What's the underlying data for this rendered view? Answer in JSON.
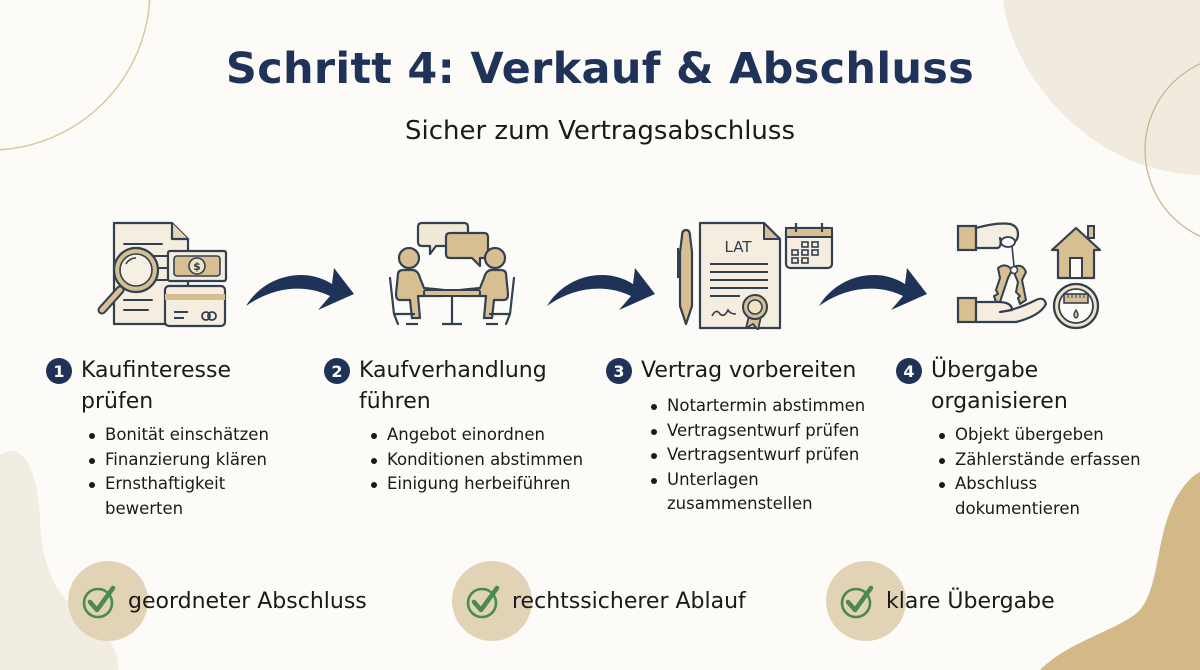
{
  "header": {
    "title": "Schritt 4: Verkauf & Abschluss",
    "subtitle": "Sicher zum Vertragsabschluss"
  },
  "colors": {
    "navy": "#1f3358",
    "tan": "#d8bf92",
    "tan_light": "#efe5d3",
    "beige_bg": "#f2ede3",
    "check_green": "#4a8a4a",
    "background": "#fcfbf8"
  },
  "icons": [
    {
      "name": "document-search-money-card-icon",
      "step": 1
    },
    {
      "name": "negotiation-meeting-icon",
      "step": 2
    },
    {
      "name": "contract-pen-calendar-icon",
      "step": 3,
      "label": "LAT"
    },
    {
      "name": "key-handover-house-meter-icon",
      "step": 4
    }
  ],
  "steps": [
    {
      "number": "1",
      "title_line1": "Kaufinteresse",
      "title_line2": "prüfen",
      "bullets": [
        "Bonität einschätzen",
        "Finanzierung klären",
        "Ernsthaftigkeit bewerten"
      ]
    },
    {
      "number": "2",
      "title_line1": "Kaufverhandlung",
      "title_line2": "führen",
      "bullets": [
        "Angebot einordnen",
        "Konditionen abstimmen",
        "Einigung herbeiführen"
      ]
    },
    {
      "number": "3",
      "title_line1": "Vertrag vorbereiten",
      "title_line2": "",
      "bullets": [
        "Notartermin abstimmen",
        "Vertragsentwurf prüfen",
        "Vertragsentwurf prüfen",
        "Unterlagen zusammenstellen"
      ]
    },
    {
      "number": "4",
      "title_line1": "Übergabe",
      "title_line2": "organisieren",
      "bullets": [
        "Objekt übergeben",
        "Zählerstände erfassen",
        "Abschluss dokumentieren"
      ]
    }
  ],
  "benefits": [
    {
      "icon": "check-circle-icon",
      "label": "geordneter Abschluss"
    },
    {
      "icon": "check-circle-icon",
      "label": "rechtssicherer Ablauf"
    },
    {
      "icon": "check-circle-icon",
      "label": "klare Übergabe"
    }
  ]
}
